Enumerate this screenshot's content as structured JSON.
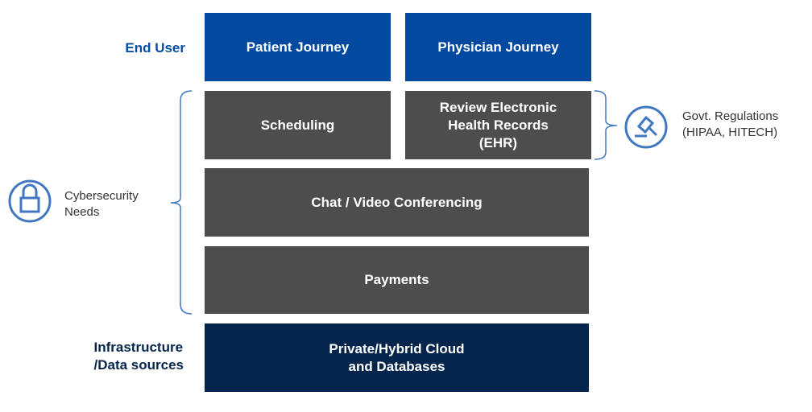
{
  "labels": {
    "end_user": "End User",
    "infrastructure": "Infrastructure\n/Data sources"
  },
  "boxes": {
    "patient_journey": "Patient Journey",
    "physician_journey": "Physician Journey",
    "scheduling": "Scheduling",
    "ehr": "Review Electronic\nHealth Records\n(EHR)",
    "chat": "Chat / Video Conferencing",
    "payments": "Payments",
    "cloud": "Private/Hybrid Cloud\nand Databases"
  },
  "annotations": {
    "cybersecurity": "Cybersecurity\nNeeds",
    "regulations": "Govt. Regulations\n(HIPAA, HITECH)"
  },
  "colors": {
    "end_user": "#0449a0",
    "service": "#4d4d4d",
    "infra": "#06254d",
    "accent": "#3f78c0"
  }
}
